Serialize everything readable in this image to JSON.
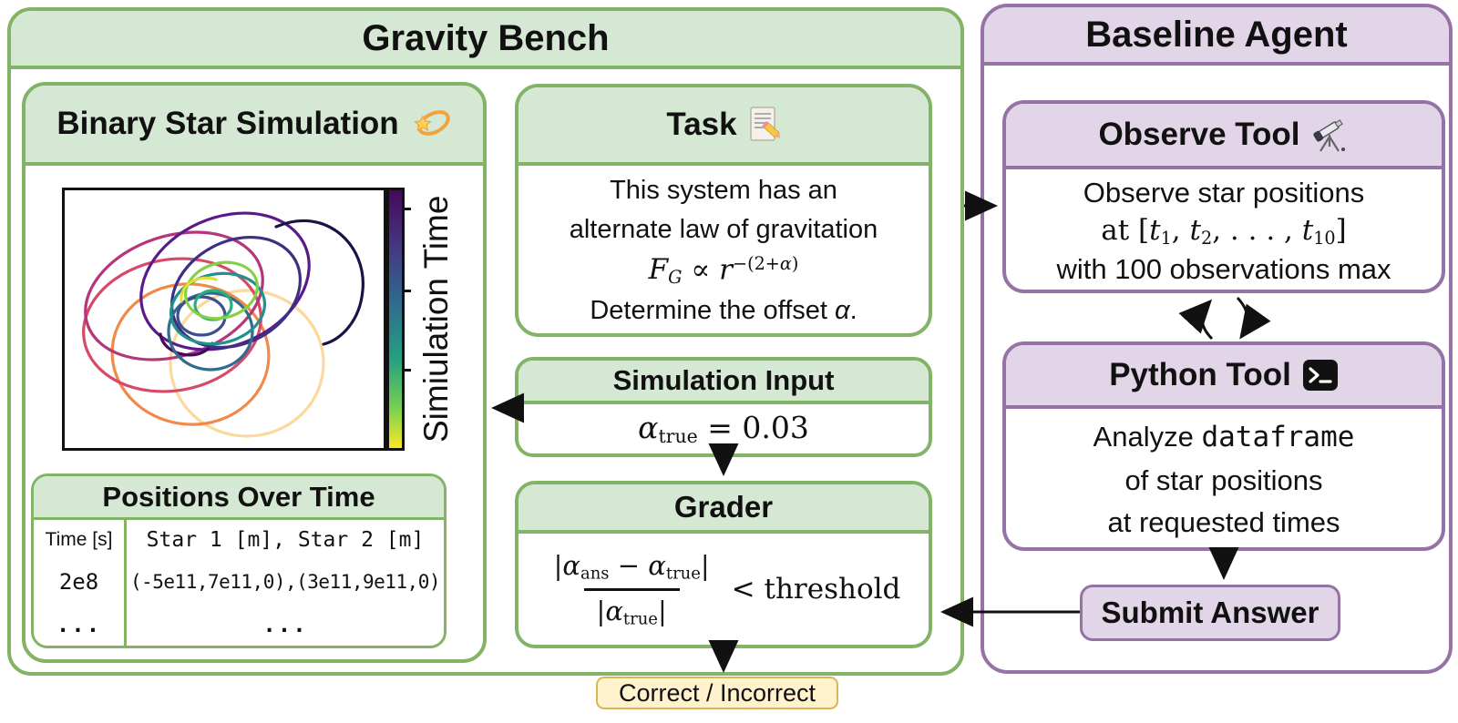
{
  "gravity_bench": {
    "title": "Gravity Bench",
    "simulation": {
      "title": "Binary Star Simulation",
      "colorbar_label": "Simiulation Time"
    },
    "positions_table": {
      "title": "Positions Over Time",
      "col_time": "Time [s]",
      "col_stars": "Star 1 [m], Star 2 [m]",
      "rows": [
        {
          "time": "2e8",
          "stars": "(-5e11,7e11,0),(3e11,9e11,0)"
        },
        {
          "time": "...",
          "stars": "..."
        }
      ]
    },
    "task": {
      "title": "Task",
      "line1": "This system has an",
      "line2": "alternate law of gravitation",
      "formula_html": "<i>F<sub>G</sub></i> &#8733; <i>r</i><sup>&#8722;(2+<i>&#945;</i>)</sup>",
      "line4_html": "Determine the offset <i>&#945;</i>."
    },
    "simulation_input": {
      "title": "Simulation Input",
      "value_html": "<i>&#945;</i><sub>true</sub> = 0.03"
    },
    "grader": {
      "title": "Grader",
      "numerator_html": "|<i>&#945;</i><sub>ans</sub> &#8722; <i>&#945;</i><sub>true</sub>|",
      "denominator_html": "|<i>&#945;</i><sub>true</sub>|",
      "comparison_html": "&lt; threshold"
    },
    "outcome_label": "Correct / Incorrect"
  },
  "baseline_agent": {
    "title": "Baseline Agent",
    "observe_tool": {
      "title": "Observe Tool",
      "line1": "Observe star positions",
      "line2_html": "at [<i>t</i><sub>1</sub>, <i>t</i><sub>2</sub>, . . . , <i>t</i><sub>10</sub>]",
      "line3": "with 100 observations max"
    },
    "python_tool": {
      "title": "Python Tool",
      "line1_html": "Analyze <span class='mono'>dataframe</span>",
      "line2": "of star positions",
      "line3": "at requested times"
    },
    "submit_label": "Submit Answer"
  },
  "icons": {
    "simulation": "dizzy-star-icon",
    "task": "memo-pencil-icon",
    "observe": "telescope-icon",
    "python": "terminal-icon"
  },
  "colors": {
    "green_fill": "#d5e8d4",
    "green_border": "#82b366",
    "purple_fill": "#e1d5e7",
    "purple_border": "#9673a6",
    "badge_fill": "#fff2cc",
    "badge_border": "#d6b656",
    "viridis_top": "#46085c",
    "viridis_bottom": "#fde725"
  }
}
